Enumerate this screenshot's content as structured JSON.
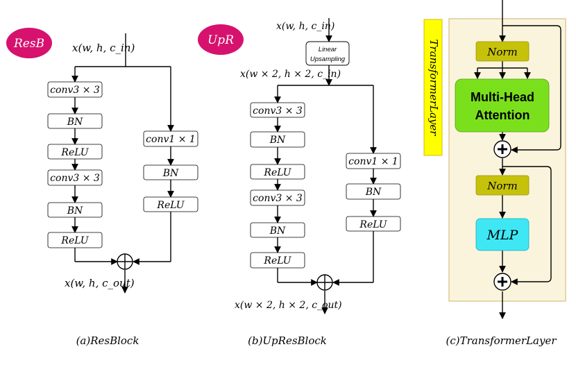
{
  "colors": {
    "badge": "#d6126e",
    "panel_bg": "#faf4dc",
    "panel_border": "#d9c38a",
    "norm": "#c6c20c",
    "attention": "#7be01c",
    "mlp": "#3fe7f4",
    "vertical_label_bg": "#ffff00"
  },
  "resblock": {
    "badge": "ResB",
    "input": "x(w, h, c_in)",
    "main_path": [
      "conv3 × 3",
      "BN",
      "ReLU",
      "conv3 × 3",
      "BN",
      "ReLU"
    ],
    "skip_path": [
      "conv1 × 1",
      "BN",
      "ReLU"
    ],
    "output": "x(w, h, c_out)",
    "caption": "(a)ResBlock"
  },
  "upresblock": {
    "badge": "UpR",
    "input": "x(w, h, c_in)",
    "upsample_line1": "Linear",
    "upsample_line2": "Upsampling",
    "upsampled": "x(w × 2, h × 2, c_in)",
    "main_path": [
      "conv3 × 3",
      "BN",
      "ReLU",
      "conv3 × 3",
      "BN",
      "ReLU"
    ],
    "skip_path": [
      "conv1 × 1",
      "BN",
      "ReLU"
    ],
    "output": "x(w × 2, h × 2, c_out)",
    "caption": "(b)UpResBlock"
  },
  "transformer": {
    "vertical_label": "TransformerLayer",
    "norm1": "Norm",
    "attention_line1": "Multi-Head",
    "attention_line2": "Attention",
    "norm2": "Norm",
    "mlp": "MLP",
    "caption": "(c)TransformerLayer"
  }
}
